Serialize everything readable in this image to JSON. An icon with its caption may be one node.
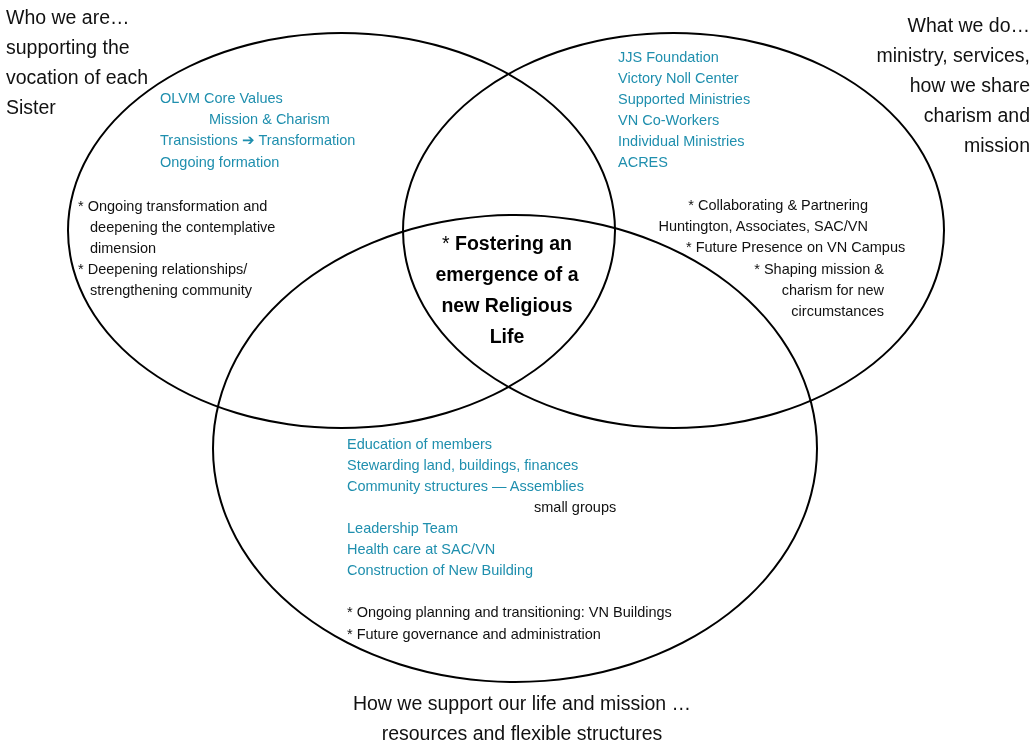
{
  "diagram": {
    "nodes": [
      {
        "text": [
          "Who we are… supporting the vocation of each Sister",
          "OLVM Core Values",
          "Mission & Charism",
          "Transistions ➔ Transformation",
          "Ongoing formation",
          "* Ongoing transformation and deepening the contemplative dimension",
          "* Deepening relationships/ strengthening community"
        ]
      },
      {
        "text": [
          "What we do… ministry, services, how we share charism and mission",
          "JJS Foundation",
          "Victory Noll Center",
          "Supported Ministries",
          "VN Co-Workers",
          "Individual Ministries",
          "ACRES",
          "* Collaborating & Partnering Huntington, Associates, SAC/VN",
          "* Future Presence on VN Campus",
          "* Shaping mission & charism for new circumstances"
        ]
      },
      {
        "text": [
          "Education of members",
          "Stewarding land, buildings, finances",
          "Community structures — Assemblies",
          "small groups",
          "Leadership Team",
          "Health care at SAC/VN",
          "Construction of New Building",
          "* Ongoing planning and transitioning: VN Buildings",
          "* Future governance and administration",
          "How we support our life and mission … resources and flexible structures"
        ]
      }
    ],
    "labels": [
      "* **Fostering an emergence of a new Religious Life**"
    ]
  }
}
